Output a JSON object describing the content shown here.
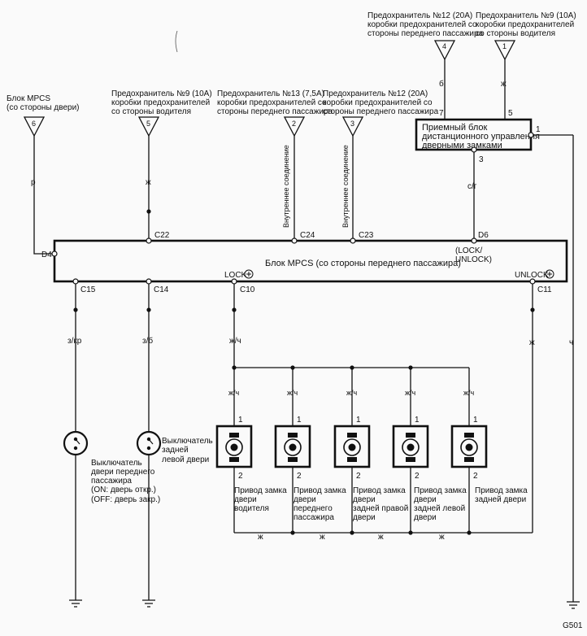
{
  "fuses": {
    "top_left": {
      "num": "4",
      "line1": "Предохранитель №12 (20A)",
      "line2": "коробки предохранителей со",
      "line3": "стороны переднего пассажира",
      "wire": "б",
      "pin": "7"
    },
    "top_right": {
      "num": "1",
      "line1": "Предохранитель №9 (10A)",
      "line2": "коробки предохранителей",
      "line3": "со стороны водителя",
      "wire": "ж",
      "pin": "5"
    },
    "f6": {
      "num": "6",
      "line1": "Блок MPCS",
      "line2": "(со стороны двери)",
      "wire": "р"
    },
    "f5": {
      "num": "5",
      "line1": "Предохранитель №9 (10A)",
      "line2": "коробки предохранителей",
      "line3": "со стороны водителя",
      "wire": "ж"
    },
    "f2": {
      "num": "2",
      "line1": "Предохранитель №13 (7,5A)",
      "line2": "коробки предохранителей со",
      "line3": "стороны переднего пассажира"
    },
    "f3": {
      "num": "3",
      "line1": "Предохранитель №12 (20A)",
      "line2": "коробки предохранителей со",
      "line3": "стороны переднего пассажира"
    }
  },
  "internal_label": "Внутреннее соединение",
  "remote_unit": {
    "line1": "Приемный блок",
    "line2": "дистанционного управления",
    "line3": "дверными замками",
    "pin1": "1",
    "pin3": "3",
    "wire_d6": "с/г",
    "wire_right": "ч"
  },
  "mpcs": {
    "title": "Блок MPCS (со стороны переднего пассажира)",
    "d4": "D4",
    "c22": "C22",
    "c24": "C24",
    "c23": "C23",
    "d6": "D6",
    "lock_unlock1": "(LOCK/",
    "lock_unlock2": "UNLOCK)",
    "c15": "C15",
    "c14": "C14",
    "lock": "LOCK",
    "c10": "C10",
    "unlock": "UNLOCK",
    "c11": "C11"
  },
  "wires": {
    "c15": "з/кр",
    "c14": "з/б",
    "c10": "ж/ч",
    "c11": "ж",
    "branch": "ж/ч",
    "bottom": "ж"
  },
  "switches": {
    "sw1": {
      "line1": "Выключатель",
      "line2": "двери переднего",
      "line3": "пассажира",
      "line4": "(ON: дверь откр.)",
      "line5": "(OFF: дверь закр.)"
    },
    "sw2": {
      "line1": "Выключатель",
      "line2": "задней",
      "line3": "левой двери"
    }
  },
  "actuators": [
    {
      "line1": "Привод замка",
      "line2": "двери",
      "line3": "водителя",
      "line4": ""
    },
    {
      "line1": "Привод замка",
      "line2": "двери",
      "line3": "переднего",
      "line4": "пассажира"
    },
    {
      "line1": "Привод замка",
      "line2": "двери",
      "line3": "задней правой",
      "line4": "двери"
    },
    {
      "line1": "Привод замка",
      "line2": "двери",
      "line3": "задней левой",
      "line4": "двери"
    },
    {
      "line1": "Привод замка",
      "line2": "задней двери",
      "line3": "",
      "line4": ""
    }
  ],
  "pin_one": "1",
  "pin_two": "2",
  "ground": "G501"
}
